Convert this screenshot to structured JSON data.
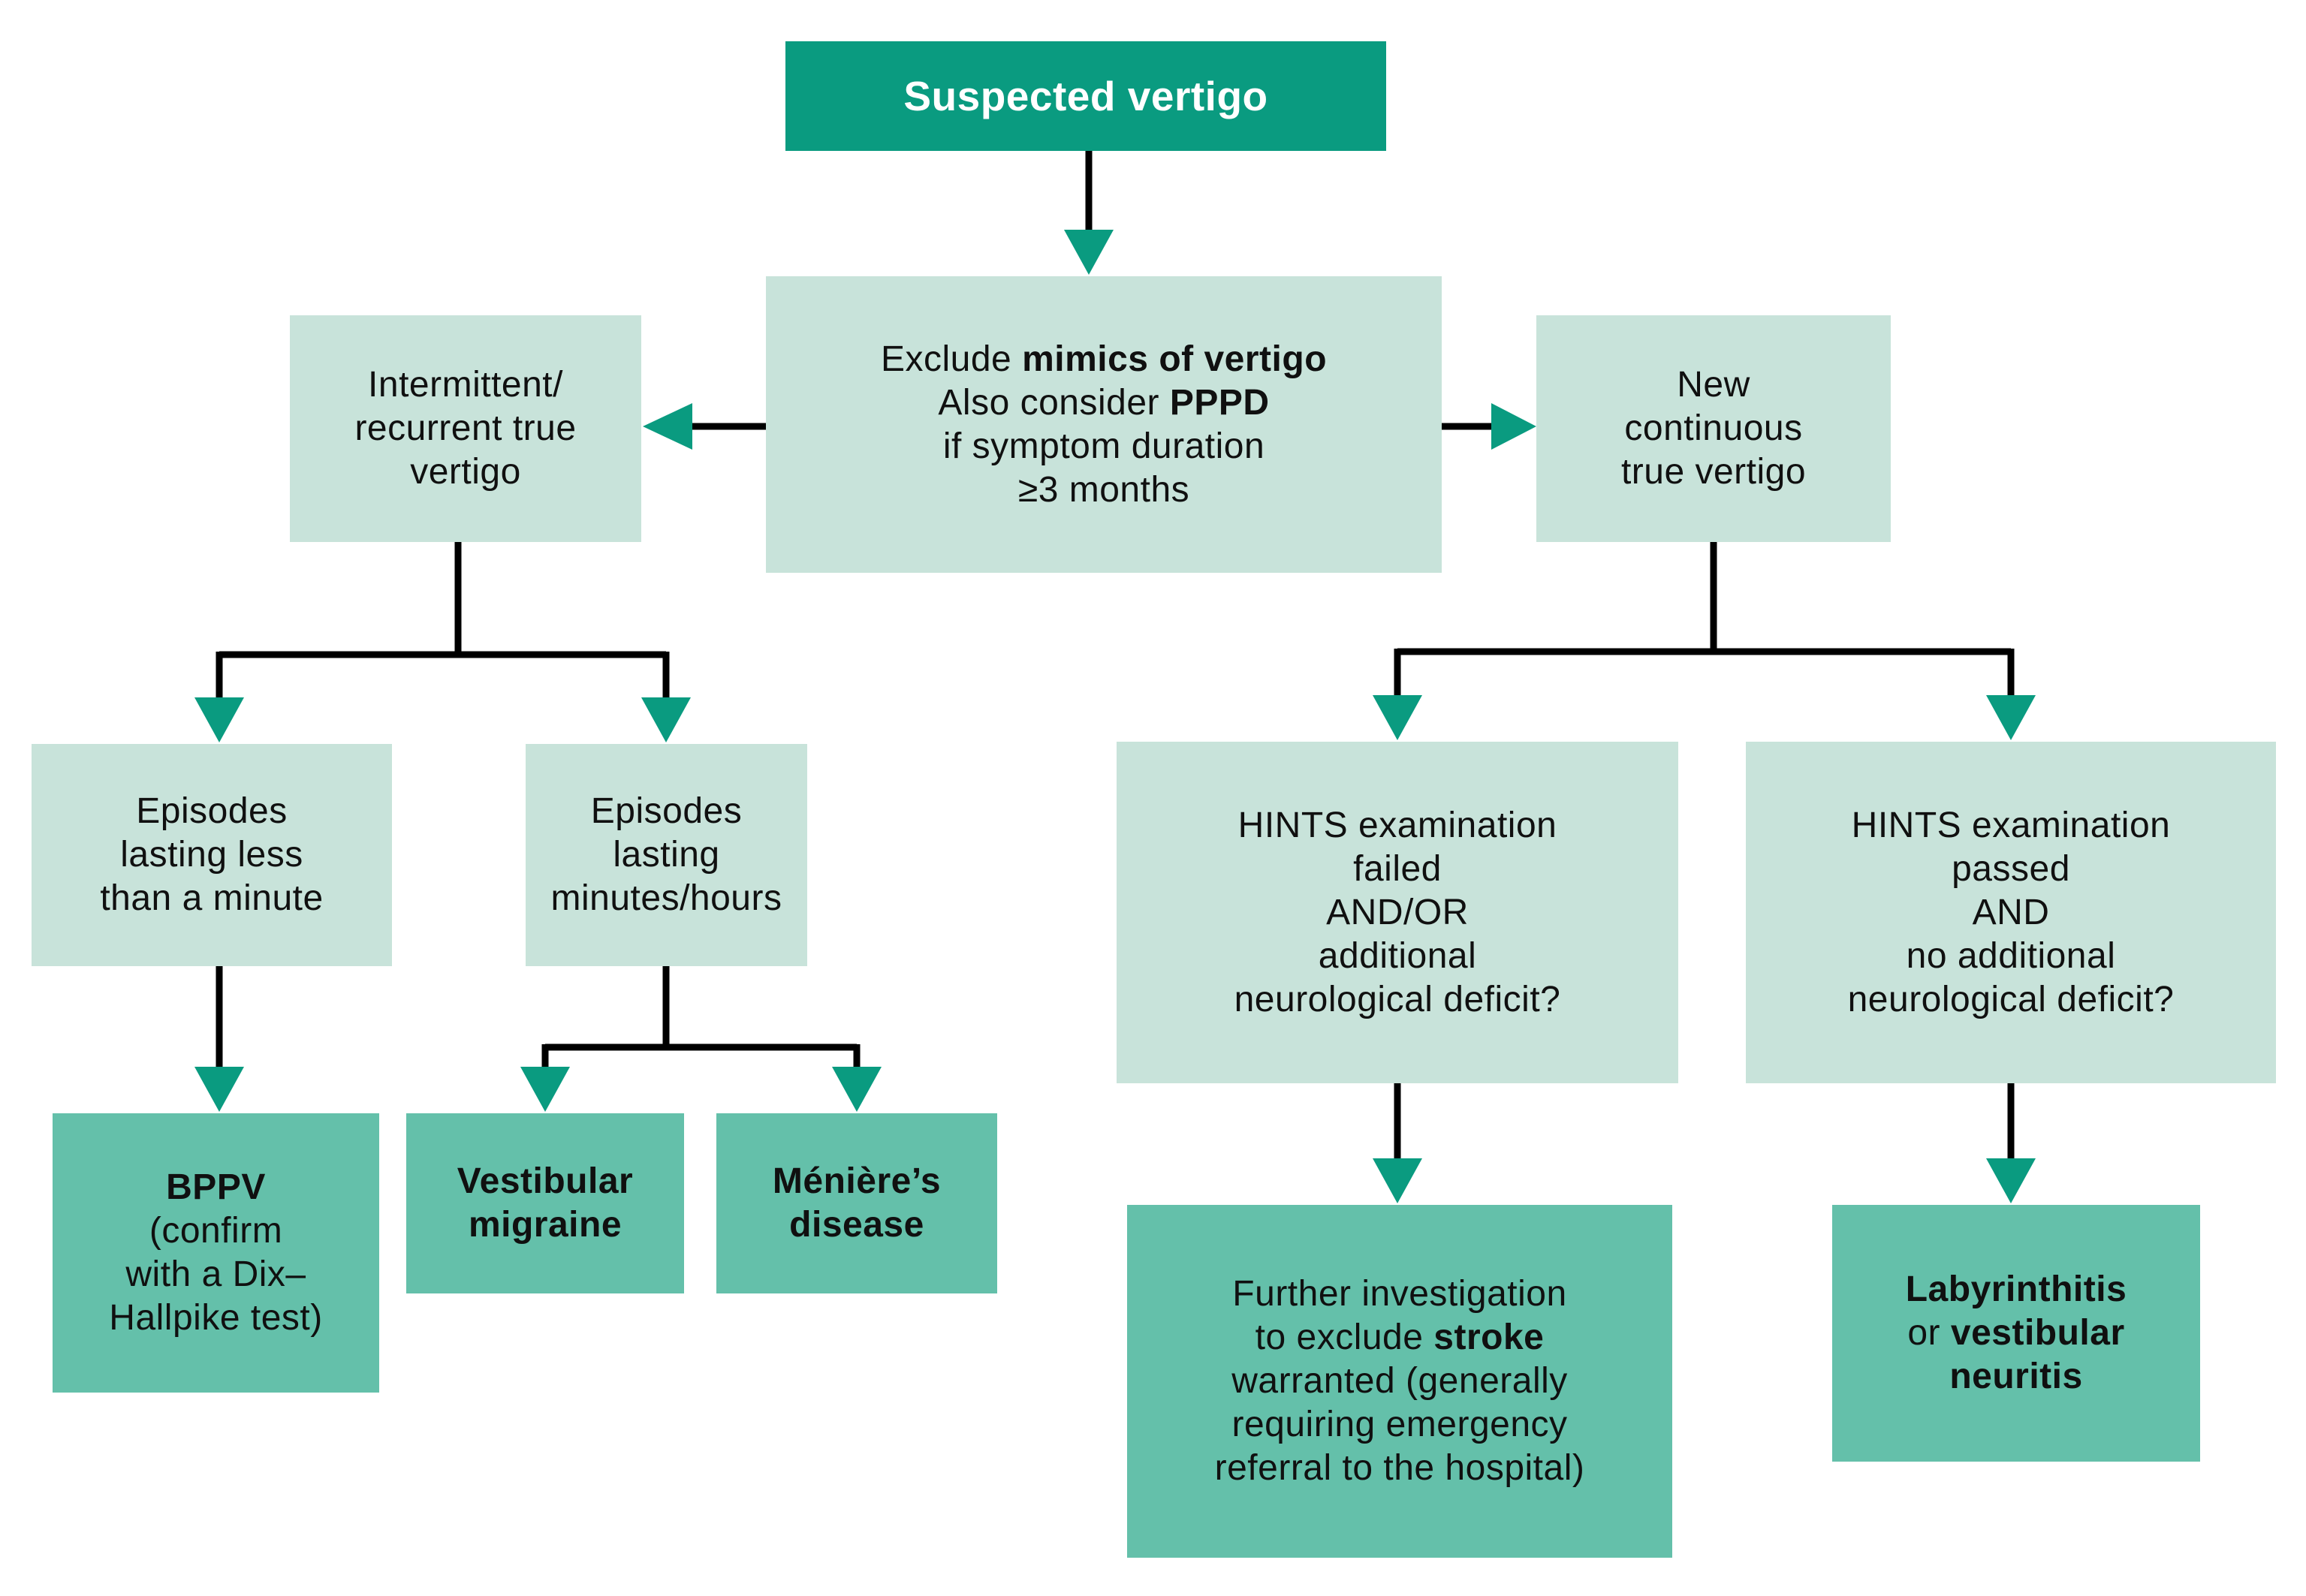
{
  "title": "Suspected vertigo",
  "colors": {
    "header_teal": "#0a9b80",
    "decision_fill": "#c8e3da",
    "outcome_fill": "#64c0aa",
    "arrowhead_teal": "#0a9b80",
    "connector_black": "#000000",
    "text_dark": "#101010",
    "text_on_teal": "#ffffff",
    "background": "#ffffff"
  },
  "icons": {
    "arrow_down": "triangle-down-arrowhead",
    "arrow_left": "triangle-left-arrowhead",
    "arrow_right": "triangle-right-arrowhead"
  },
  "nodes": {
    "suspected": {
      "text": "Suspected vertigo"
    },
    "exclude_mimics": {
      "line1_regular": "Exclude ",
      "line1_bold": "mimics of vertigo",
      "line2_regular": "Also consider ",
      "line2_bold": "PPPD",
      "line3": "if symptom duration",
      "line4": "≥3 months"
    },
    "intermittent": {
      "line1": "Intermittent/",
      "line2": "recurrent true",
      "line3": "vertigo"
    },
    "new_continuous": {
      "line1": "New",
      "line2": "continuous",
      "line3": "true vertigo"
    },
    "episodes_short": {
      "line1": "Episodes",
      "line2": "lasting less",
      "line3": "than a minute"
    },
    "episodes_long": {
      "line1": "Episodes",
      "line2": "lasting",
      "line3": "minutes/hours"
    },
    "hints_failed": {
      "line1": "HINTS examination",
      "line2": "failed",
      "line3": "AND/OR",
      "line4": "additional",
      "line5": "neurological deficit?"
    },
    "hints_passed": {
      "line1": "HINTS examination",
      "line2": "passed",
      "line3": "AND",
      "line4": "no additional",
      "line5": "neurological deficit?"
    },
    "bppv": {
      "line1_bold": "BPPV",
      "line2": "(confirm",
      "line3": "with a Dix–",
      "line4": "Hallpike test)"
    },
    "vestibular_migraine": {
      "line1_bold": "Vestibular",
      "line2_bold": "migraine"
    },
    "menieres": {
      "line1_bold": "Ménière’s",
      "line2_bold": "disease"
    },
    "stroke_workup": {
      "line1": "Further investigation",
      "line2_regular": "to exclude ",
      "line2_bold": "stroke",
      "line3": "warranted (generally",
      "line4": "requiring emergency",
      "line5": "referral to the hospital)"
    },
    "labyrinthitis": {
      "line1_bold": "Labyrinthitis",
      "line2_regular": "or ",
      "line2_bold": "vestibular",
      "line3_bold": "neuritis"
    }
  }
}
